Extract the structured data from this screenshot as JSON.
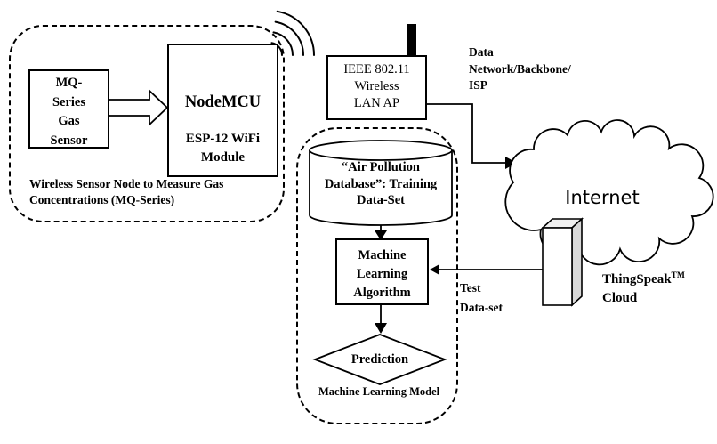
{
  "colors": {
    "ink": "#000000",
    "background": "#ffffff",
    "server_top_face": "#f0f0f0",
    "server_side_face": "#d8d8d8"
  },
  "sensor_node": {
    "mq_box_lines": [
      "MQ-",
      "Series",
      "Gas",
      "Sensor"
    ],
    "nodemcu_title": "NodeMCU",
    "nodemcu_sub_lines": [
      "ESP-12 WiFi",
      "Module"
    ],
    "caption_lines": [
      "Wireless Sensor Node to Measure Gas",
      "Concentrations (MQ-Series)"
    ]
  },
  "access_point": {
    "lines": [
      "IEEE 802.11",
      "Wireless",
      "LAN AP"
    ]
  },
  "labels": {
    "data_network_lines": [
      "Data",
      "Network/Backbone/",
      "ISP"
    ],
    "internet": "Internet",
    "thingspeak_name": "ThingSpeak",
    "thingspeak_tm": "TM",
    "thingspeak_line2": "Cloud",
    "test_dataset_lines": [
      "Test",
      "Data-set"
    ]
  },
  "ml_group": {
    "database_lines": [
      "“Air Pollution",
      "Database”: Training",
      "Data-Set"
    ],
    "algorithm_lines": [
      "Machine",
      "Learning",
      "Algorithm"
    ],
    "prediction_label": "Prediction",
    "caption": "Machine Learning Model"
  }
}
